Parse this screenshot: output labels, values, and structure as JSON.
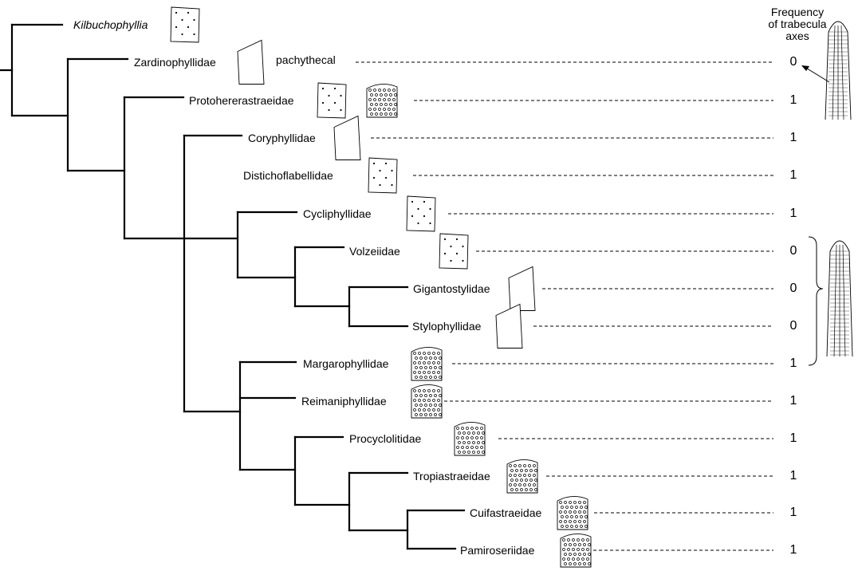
{
  "header": {
    "line1": "Frequency",
    "line2": "of trabecula",
    "line3": "axes"
  },
  "pachythecal_label": "pachythecal",
  "taxa": [
    {
      "id": "kilbuchophyllia",
      "label": "Kilbuchophyllia",
      "italic": true,
      "icon": "septum-dotted-sketch",
      "frequency": ""
    },
    {
      "id": "zardinophyllidae",
      "label": "Zardinophyllidae",
      "icon": "septum-plain-sketch",
      "frequency": "0"
    },
    {
      "id": "protohererastraeidae",
      "label": "Protohererastraeidae",
      "icon": "septum-dotted-sketch + septum-dense-sketch",
      "frequency": "1"
    },
    {
      "id": "coryphyllidae",
      "label": "Coryphyllidae",
      "icon": "septum-plain-sketch",
      "frequency": "1"
    },
    {
      "id": "distichoflabellidae",
      "label": "Distichoflabellidae",
      "icon": "septum-dotted-sketch",
      "frequency": "1"
    },
    {
      "id": "cycliphyllidae",
      "label": "Cycliphyllidae",
      "icon": "septum-dotted-sketch",
      "frequency": "1"
    },
    {
      "id": "volzeiidae",
      "label": "Volzeiidae",
      "icon": "septum-dotted-sketch",
      "frequency": "0"
    },
    {
      "id": "gigantostylidae",
      "label": "Gigantostylidae",
      "icon": "septum-plain-sketch",
      "frequency": "0"
    },
    {
      "id": "stylophyllidae",
      "label": "Stylophyllidae",
      "icon": "septum-plain-sketch",
      "frequency": "0"
    },
    {
      "id": "margarophyllidae",
      "label": "Margarophyllidae",
      "icon": "septum-dense-sketch",
      "frequency": "1"
    },
    {
      "id": "reimaniphyllidae",
      "label": "Reimaniphyllidae",
      "icon": "septum-dense-sketch",
      "frequency": "1"
    },
    {
      "id": "procyclolitidae",
      "label": "Procyclolitidae",
      "icon": "septum-dense-sketch",
      "frequency": "1"
    },
    {
      "id": "tropiastraeidae",
      "label": "Tropiastraeidae",
      "icon": "septum-dense-sketch",
      "frequency": "1"
    },
    {
      "id": "cuifastraeidae",
      "label": "Cuifastraeidae",
      "icon": "septum-dense-sketch",
      "frequency": "1"
    },
    {
      "id": "pamiroseriidae",
      "label": "Pamiroseriidae",
      "icon": "septum-dense-sketch",
      "frequency": "1"
    }
  ],
  "icons": {
    "trabecula_upper": "trabecula-column-illustration",
    "trabecula_lower": "trabecula-column-illustration",
    "bracket": "right-curly-brace-icon",
    "arrow": "arrow-icon"
  }
}
